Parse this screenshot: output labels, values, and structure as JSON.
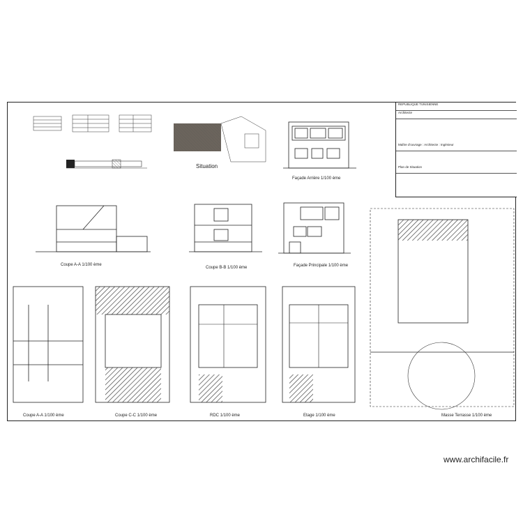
{
  "labels": {
    "situation": "Situation",
    "facade_arriere": "Façade Arrière 1/100 ème",
    "coupe_aa": "Coupe A-A 1/100 ème",
    "coupe_bb": "Coupe B-B 1/100 ème",
    "facade_principale": "Façade Principale 1/100 ème",
    "coupe_aa_bottom": "Coupe A-A 1/100 ème",
    "coupe_cc": "Coupe C-C 1/100 ème",
    "rdc": "RDC 1/100 ème",
    "etage": "Etage 1/100 ème",
    "masse_terrasse": "Masse Terrasse 1/100 ème"
  },
  "cartouche": {
    "line1": "REPUBLIQUE TUNISIENNE",
    "line2": "Architecte",
    "line3": "Maître d'ouvrage : Architecte : Ingénieur",
    "line4": "Plan de Situation"
  },
  "watermark": "www.archifacile.fr",
  "colors": {
    "line": "#222222",
    "hatch": "#444444",
    "paper": "#ffffff"
  }
}
